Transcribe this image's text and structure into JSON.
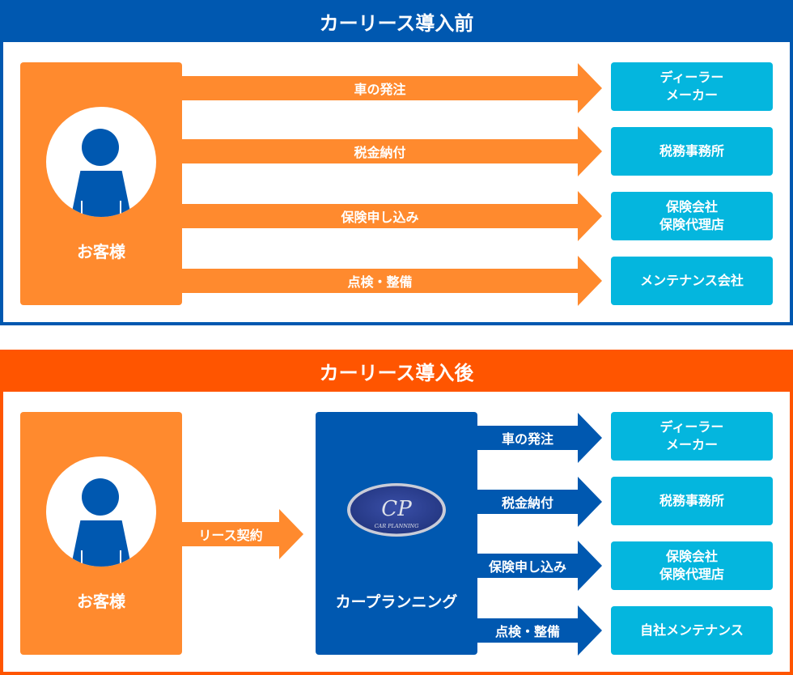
{
  "before": {
    "title": "カーリース導入前",
    "customer_label": "お客様",
    "arrows": [
      {
        "label": "車の発注"
      },
      {
        "label": "税金納付"
      },
      {
        "label": "保険申し込み"
      },
      {
        "label": "点検・整備"
      }
    ],
    "destinations": [
      {
        "label": "ディーラー\nメーカー"
      },
      {
        "label": "税務事務所"
      },
      {
        "label": "保険会社\n保険代理店"
      },
      {
        "label": "メンテナンス会社"
      }
    ]
  },
  "after": {
    "title": "カーリース導入後",
    "customer_label": "お客様",
    "lease_arrow_label": "リース契約",
    "company": {
      "name": "カープランニング",
      "logo_initials": "CP",
      "logo_text": "CAR PLANNING"
    },
    "arrows": [
      {
        "label": "車の発注"
      },
      {
        "label": "税金納付"
      },
      {
        "label": "保険申し込み"
      },
      {
        "label": "点検・整備"
      }
    ],
    "destinations": [
      {
        "label": "ディーラー\nメーカー"
      },
      {
        "label": "税務事務所"
      },
      {
        "label": "保険会社\n保険代理店"
      },
      {
        "label": "自社メンテナンス"
      }
    ]
  },
  "colors": {
    "before_accent": "#0058B0",
    "after_accent": "#FF5500",
    "customer_box": "#FF8A2E",
    "destination_box": "#04B6DE",
    "company_box": "#0058B0"
  }
}
